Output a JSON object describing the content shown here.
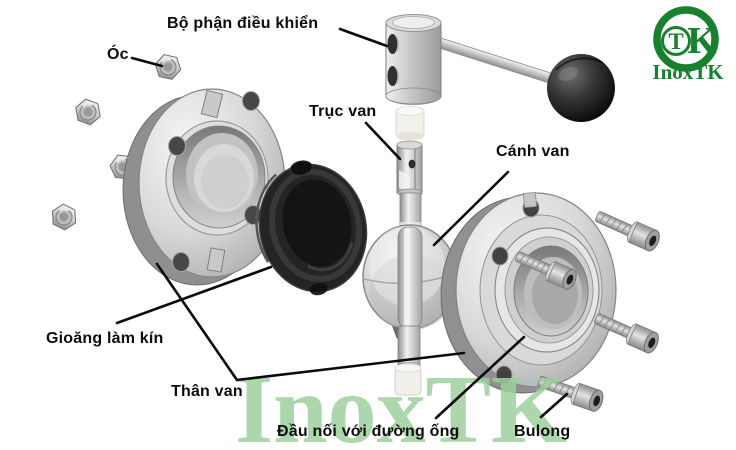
{
  "diagram": {
    "title_implicit": "",
    "labels": {
      "control": "Bộ phận điều khiển",
      "nut": "Óc",
      "stem": "Trục van",
      "disc": "Cánh van",
      "gasket": "Gioăng làm kín",
      "body": "Thân van",
      "pipe_connector": "Đầu nối với đường ống",
      "bolt": "Bulong"
    }
  },
  "watermark": "InoxTK",
  "logo": {
    "monogram_t": "T",
    "monogram_k": "K",
    "name": "InoxTK",
    "color": "#17812f"
  },
  "colors": {
    "background": "#ffffff",
    "label_text": "#0c0c0c",
    "leader_line": "#0b0b0b",
    "watermark_green": "#9ecf9e",
    "logo_green": "#17812f",
    "gasket_black": "#232323",
    "metal_light": "#f2f2f2",
    "metal_dark": "#8f8f8f"
  }
}
